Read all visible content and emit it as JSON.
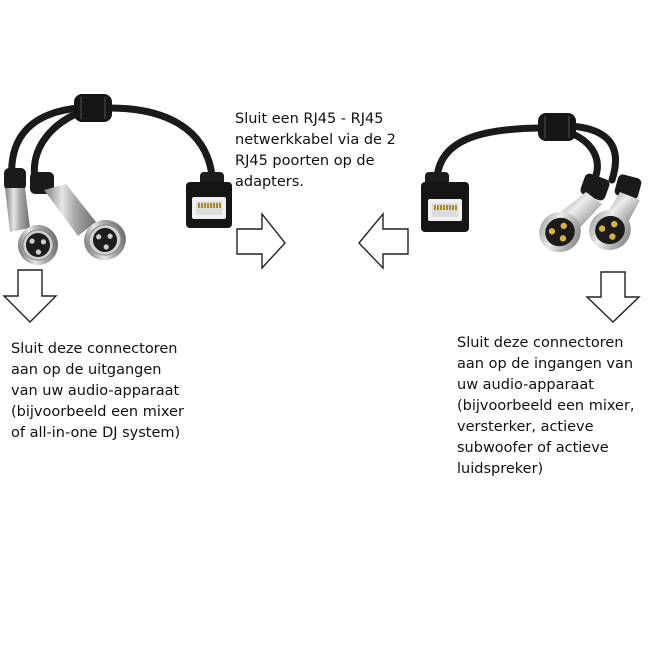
{
  "captions": {
    "middle": "Sluit een RJ45 - RJ45\nnetwerkkabel via de 2\nRJ45 poorten op de\nadapters.",
    "left": "Sluit deze connectoren\naan op de uitgangen\nvan uw audio-apparaat\n(bijvoorbeeld een mixer\nof all-in-one DJ system)",
    "right": "Sluit deze connectoren\naan op de ingangen van\nuw audio-apparaat\n(bijvoorbeeld een mixer,\nversterker, actieve\nsubwoofer of actieve\nluidspreker)"
  },
  "icons": {
    "arrow_left_adapter": "arrow-right-icon",
    "arrow_right_adapter": "arrow-left-icon",
    "arrow_left_down": "arrow-down-icon",
    "arrow_right_down": "arrow-down-icon"
  },
  "colors": {
    "cable": "#1a1a1a",
    "metal": "#b9b9b9",
    "arrow_stroke": "#222222"
  }
}
